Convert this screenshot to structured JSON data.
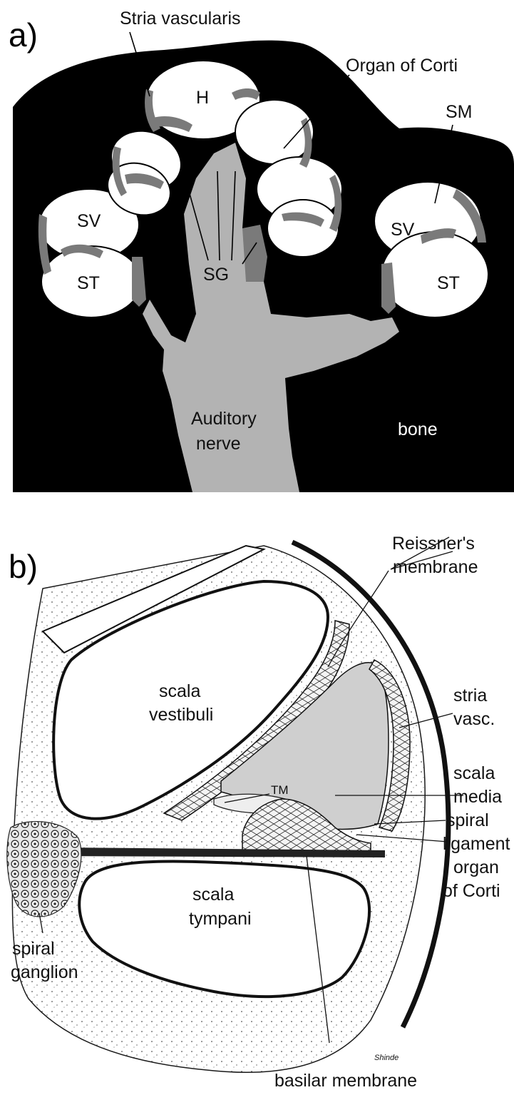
{
  "panel_a": {
    "letter": "a)",
    "labels": {
      "stria_vascularis": "Stria vascularis",
      "organ_of_corti": "Organ of Corti",
      "sm": "SM",
      "h": "H",
      "sv_left": "SV",
      "st_left": "ST",
      "sv_right": "SV",
      "st_right": "ST",
      "sg": "SG",
      "auditory_nerve_1": "Auditory",
      "auditory_nerve_2": "nerve",
      "bone": "bone"
    },
    "colors": {
      "bone": "#000000",
      "nerve": "#b3b3b3",
      "tissue": "#7a7a7a",
      "lumen": "#ffffff"
    }
  },
  "panel_b": {
    "letter": "b)",
    "labels": {
      "reissner_1": "Reissner's",
      "reissner_2": "membrane",
      "scala_vestibuli_1": "scala",
      "scala_vestibuli_2": "vestibuli",
      "stria_1": "stria",
      "stria_2": "vasc.",
      "tm": "TM",
      "scala_media_1": "scala",
      "scala_media_2": "media",
      "spiral_ligament_1": "spiral",
      "spiral_ligament_2": "ligament",
      "organ_corti_1": "organ",
      "organ_corti_2": "of Corti",
      "scala_tympani_1": "scala",
      "scala_tympani_2": "tympani",
      "spiral_ganglion_1": "spiral",
      "spiral_ganglion_2": "ganglion",
      "basilar_membrane": "basilar membrane",
      "signature": "Shinde"
    },
    "colors": {
      "scala_media": "#cfcfcf",
      "ink": "#1a1a1a",
      "paper": "#ffffff"
    }
  }
}
